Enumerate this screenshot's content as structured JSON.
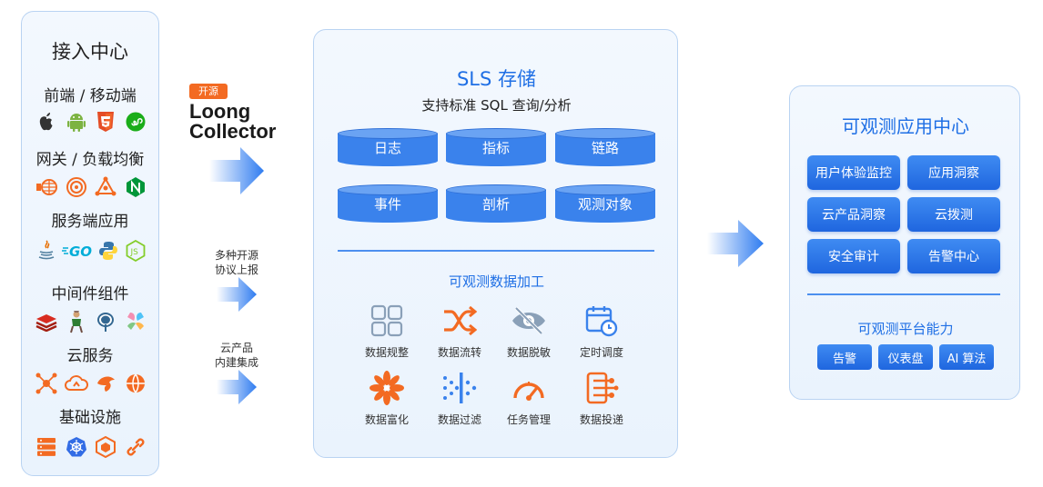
{
  "access_center": {
    "title": "接入中心",
    "groups": [
      {
        "label": "前端 / 移动端",
        "icons": [
          "apple-icon",
          "android-icon",
          "html5-icon",
          "miniprogram-icon"
        ]
      },
      {
        "label": "网关 / 负载均衡",
        "icons": [
          "gateway-icon",
          "load-balancer-icon",
          "nexus-icon",
          "nginx-icon"
        ]
      },
      {
        "label": "服务端应用",
        "icons": [
          "java-icon",
          "go-icon",
          "python-icon",
          "nodejs-icon"
        ]
      },
      {
        "label": "中间件组件",
        "icons": [
          "redis-icon",
          "tomcat-icon",
          "postgresql-icon",
          "kafka-icon"
        ]
      },
      {
        "label": "云服务",
        "icons": [
          "cloud-network-icon",
          "cloud-sync-icon",
          "cloud-bird-icon",
          "cloud-data-icon"
        ]
      },
      {
        "label": "基础设施",
        "icons": [
          "server-icon",
          "kubernetes-icon",
          "container-icon",
          "link-icon"
        ]
      }
    ]
  },
  "collector": {
    "badge": "开源",
    "logo_line1": "Loong",
    "logo_line2": "Collector"
  },
  "arrow_labels": {
    "open_source": "多种开源\n协议上报",
    "cloud_product": "云产品\n内建集成"
  },
  "sls": {
    "title": "SLS 存储",
    "subtitle": "支持标准 SQL 查询/分析",
    "storages": [
      "日志",
      "指标",
      "链路",
      "事件",
      "剖析",
      "观测对象"
    ],
    "processing_title": "可观测数据加工",
    "features": [
      {
        "label": "数据规整",
        "icon": "grid-icon"
      },
      {
        "label": "数据流转",
        "icon": "shuffle-icon"
      },
      {
        "label": "数据脱敏",
        "icon": "eye-off-icon"
      },
      {
        "label": "定时调度",
        "icon": "calendar-clock-icon"
      },
      {
        "label": "数据富化",
        "icon": "flower-icon"
      },
      {
        "label": "数据过滤",
        "icon": "filter-dots-icon"
      },
      {
        "label": "任务管理",
        "icon": "gauge-icon"
      },
      {
        "label": "数据投递",
        "icon": "circuit-icon"
      }
    ]
  },
  "app_center": {
    "title": "可观测应用中心",
    "apps": [
      "用户体验监控",
      "应用洞察",
      "云产品洞察",
      "云拨测",
      "安全审计",
      "告警中心"
    ],
    "platform_title": "可观测平台能力",
    "platform": [
      "告警",
      "仪表盘",
      "AI 算法"
    ]
  },
  "colors": {
    "accent": "#1f6fe5",
    "orange": "#f36a22",
    "panel_border": "#b9d3f2"
  }
}
